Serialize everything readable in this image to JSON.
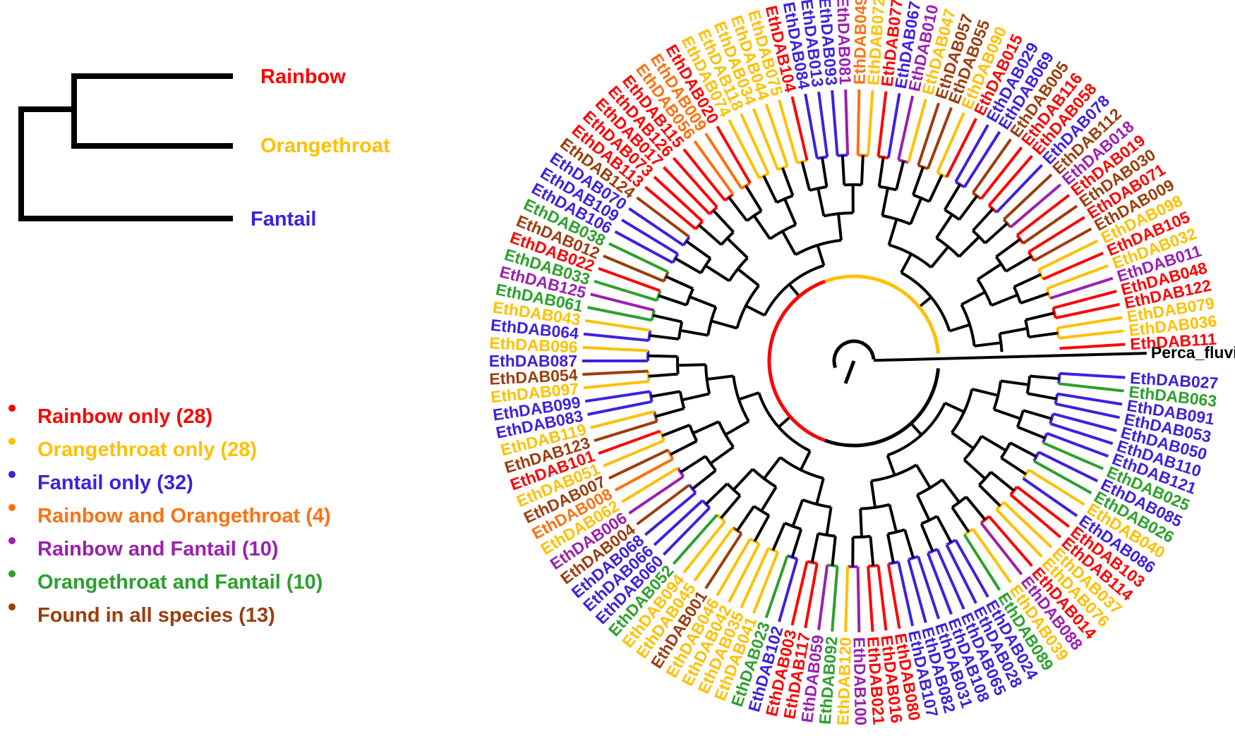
{
  "colors": {
    "rainbow": "#ff0000",
    "orangethroat": "#ffc000",
    "fantail": "#3f1fe0",
    "rainbow_orangethroat": "#ff7010",
    "rainbow_fantail": "#9b1fb0",
    "orangethroat_fantail": "#2ca02c",
    "all": "#9c3c0c",
    "outgroup": "#000000"
  },
  "species_tree": {
    "leaves": [
      {
        "label": "Rainbow",
        "color": "rainbow"
      },
      {
        "label": "Orangethroat",
        "color": "orangethroat"
      },
      {
        "label": "Fantail",
        "color": "fantail"
      }
    ]
  },
  "legend": [
    {
      "label": "Rainbow only (28)",
      "color": "rainbow"
    },
    {
      "label": "Orangethroat only (28)",
      "color": "orangethroat"
    },
    {
      "label": "Fantail only (32)",
      "color": "fantail"
    },
    {
      "label": "Rainbow and Orangethroat (4)",
      "color": "rainbow_orangethroat"
    },
    {
      "label": "Rainbow and Fantail (10)",
      "color": "rainbow_fantail"
    },
    {
      "label": "Orangethroat and Fantail (10)",
      "color": "orangethroat_fantail"
    },
    {
      "label": "Found in all species (13)",
      "color": "all"
    }
  ],
  "outgroup": "Perca_fluviatilis",
  "leaves": [
    [
      "EthDAB027",
      "fantail"
    ],
    [
      "EthDAB063",
      "orangethroat_fantail"
    ],
    [
      "EthDAB091",
      "fantail"
    ],
    [
      "EthDAB053",
      "fantail"
    ],
    [
      "EthDAB050",
      "fantail"
    ],
    [
      "EthDAB110",
      "fantail"
    ],
    [
      "EthDAB121",
      "fantail"
    ],
    [
      "EthDAB025",
      "orangethroat_fantail"
    ],
    [
      "EthDAB085",
      "fantail"
    ],
    [
      "EthDAB026",
      "orangethroat_fantail"
    ],
    [
      "EthDAB040",
      "orangethroat"
    ],
    [
      "EthDAB086",
      "fantail"
    ],
    [
      "EthDAB103",
      "rainbow"
    ],
    [
      "EthDAB114",
      "rainbow"
    ],
    [
      "EthDAB037",
      "orangethroat"
    ],
    [
      "EthDAB076",
      "orangethroat"
    ],
    [
      "EthDAB014",
      "rainbow"
    ],
    [
      "EthDAB088",
      "rainbow_fantail"
    ],
    [
      "EthDAB039",
      "orangethroat"
    ],
    [
      "EthDAB089",
      "orangethroat_fantail"
    ],
    [
      "EthDAB024",
      "fantail"
    ],
    [
      "EthDAB028",
      "fantail"
    ],
    [
      "EthDAB065",
      "fantail"
    ],
    [
      "EthDAB108",
      "fantail"
    ],
    [
      "EthDAB031",
      "fantail"
    ],
    [
      "EthDAB082",
      "fantail"
    ],
    [
      "EthDAB107",
      "fantail"
    ],
    [
      "EthDAB080",
      "rainbow"
    ],
    [
      "EthDAB016",
      "rainbow"
    ],
    [
      "EthDAB021",
      "rainbow"
    ],
    [
      "EthDAB100",
      "rainbow_fantail"
    ],
    [
      "EthDAB120",
      "orangethroat"
    ],
    [
      "EthDAB092",
      "orangethroat_fantail"
    ],
    [
      "EthDAB059",
      "rainbow_fantail"
    ],
    [
      "EthDAB117",
      "rainbow"
    ],
    [
      "EthDAB003",
      "rainbow"
    ],
    [
      "EthDAB102",
      "fantail"
    ],
    [
      "EthDAB023",
      "orangethroat_fantail"
    ],
    [
      "EthDAB041",
      "orangethroat"
    ],
    [
      "EthDAB035",
      "orangethroat"
    ],
    [
      "EthDAB042",
      "orangethroat"
    ],
    [
      "EthDAB046",
      "orangethroat"
    ],
    [
      "EthDAB001",
      "all"
    ],
    [
      "EthDAB045",
      "orangethroat"
    ],
    [
      "EthDAB094",
      "orangethroat"
    ],
    [
      "EthDAB052",
      "orangethroat_fantail"
    ],
    [
      "EthDAB060",
      "fantail"
    ],
    [
      "EthDAB066",
      "fantail"
    ],
    [
      "EthDAB068",
      "fantail"
    ],
    [
      "EthDAB004",
      "all"
    ],
    [
      "EthDAB006",
      "rainbow_fantail"
    ],
    [
      "EthDAB062",
      "orangethroat"
    ],
    [
      "EthDAB008",
      "rainbow_orangethroat"
    ],
    [
      "EthDAB007",
      "all"
    ],
    [
      "EthDAB051",
      "orangethroat"
    ],
    [
      "EthDAB101",
      "rainbow"
    ],
    [
      "EthDAB123",
      "all"
    ],
    [
      "EthDAB119",
      "orangethroat"
    ],
    [
      "EthDAB083",
      "fantail"
    ],
    [
      "EthDAB099",
      "fantail"
    ],
    [
      "EthDAB097",
      "orangethroat"
    ],
    [
      "EthDAB054",
      "all"
    ],
    [
      "EthDAB087",
      "fantail"
    ],
    [
      "EthDAB096",
      "orangethroat"
    ],
    [
      "EthDAB064",
      "fantail"
    ],
    [
      "EthDAB043",
      "orangethroat"
    ],
    [
      "EthDAB061",
      "orangethroat_fantail"
    ],
    [
      "EthDAB125",
      "rainbow_fantail"
    ],
    [
      "EthDAB033",
      "orangethroat_fantail"
    ],
    [
      "EthDAB022",
      "rainbow"
    ],
    [
      "EthDAB012",
      "all"
    ],
    [
      "EthDAB038",
      "orangethroat_fantail"
    ],
    [
      "EthDAB106",
      "fantail"
    ],
    [
      "EthDAB109",
      "fantail"
    ],
    [
      "EthDAB070",
      "fantail"
    ],
    [
      "EthDAB124",
      "all"
    ],
    [
      "EthDAB113",
      "rainbow"
    ],
    [
      "EthDAB073",
      "rainbow"
    ],
    [
      "EthDAB017",
      "rainbow"
    ],
    [
      "EthDAB126",
      "rainbow"
    ],
    [
      "EthDAB115",
      "rainbow"
    ],
    [
      "EthDAB056",
      "rainbow_orangethroat"
    ],
    [
      "EthDAB009",
      "rainbow_orangethroat"
    ],
    [
      "EthDAB020",
      "rainbow"
    ],
    [
      "EthDAB074",
      "orangethroat"
    ],
    [
      "EthDAB118",
      "orangethroat"
    ],
    [
      "EthDAB034",
      "orangethroat"
    ],
    [
      "EthDAB044",
      "orangethroat"
    ],
    [
      "EthDAB075",
      "orangethroat"
    ],
    [
      "EthDAB104",
      "rainbow"
    ],
    [
      "EthDAB084",
      "fantail"
    ],
    [
      "EthDAB013",
      "fantail"
    ],
    [
      "EthDAB093",
      "fantail"
    ],
    [
      "EthDAB081",
      "rainbow_fantail"
    ],
    [
      "EthDAB049",
      "rainbow_orangethroat"
    ],
    [
      "EthDAB072",
      "orangethroat"
    ],
    [
      "EthDAB077",
      "rainbow"
    ],
    [
      "EthDAB067",
      "fantail"
    ],
    [
      "EthDAB010",
      "rainbow_fantail"
    ],
    [
      "EthDAB047",
      "orangethroat"
    ],
    [
      "EthDAB057",
      "all"
    ],
    [
      "EthDAB055",
      "all"
    ],
    [
      "EthDAB090",
      "orangethroat"
    ],
    [
      "EthDAB015",
      "rainbow"
    ],
    [
      "EthDAB029",
      "fantail"
    ],
    [
      "EthDAB069",
      "fantail"
    ],
    [
      "EthDAB005",
      "all"
    ],
    [
      "EthDAB116",
      "rainbow"
    ],
    [
      "EthDAB058",
      "rainbow"
    ],
    [
      "EthDAB078",
      "fantail"
    ],
    [
      "EthDAB112",
      "all"
    ],
    [
      "EthDAB018",
      "rainbow_fantail"
    ],
    [
      "EthDAB019",
      "rainbow"
    ],
    [
      "EthDAB030",
      "all"
    ],
    [
      "EthDAB071",
      "rainbow"
    ],
    [
      "EthDAB009",
      "all"
    ],
    [
      "EthDAB098",
      "orangethroat"
    ],
    [
      "EthDAB105",
      "rainbow"
    ],
    [
      "EthDAB032",
      "orangethroat"
    ],
    [
      "EthDAB011",
      "rainbow_fantail"
    ],
    [
      "EthDAB048",
      "rainbow"
    ],
    [
      "EthDAB122",
      "rainbow"
    ],
    [
      "EthDAB079",
      "orangethroat"
    ],
    [
      "EthDAB036",
      "orangethroat"
    ],
    [
      "EthDAB111",
      "rainbow"
    ]
  ]
}
